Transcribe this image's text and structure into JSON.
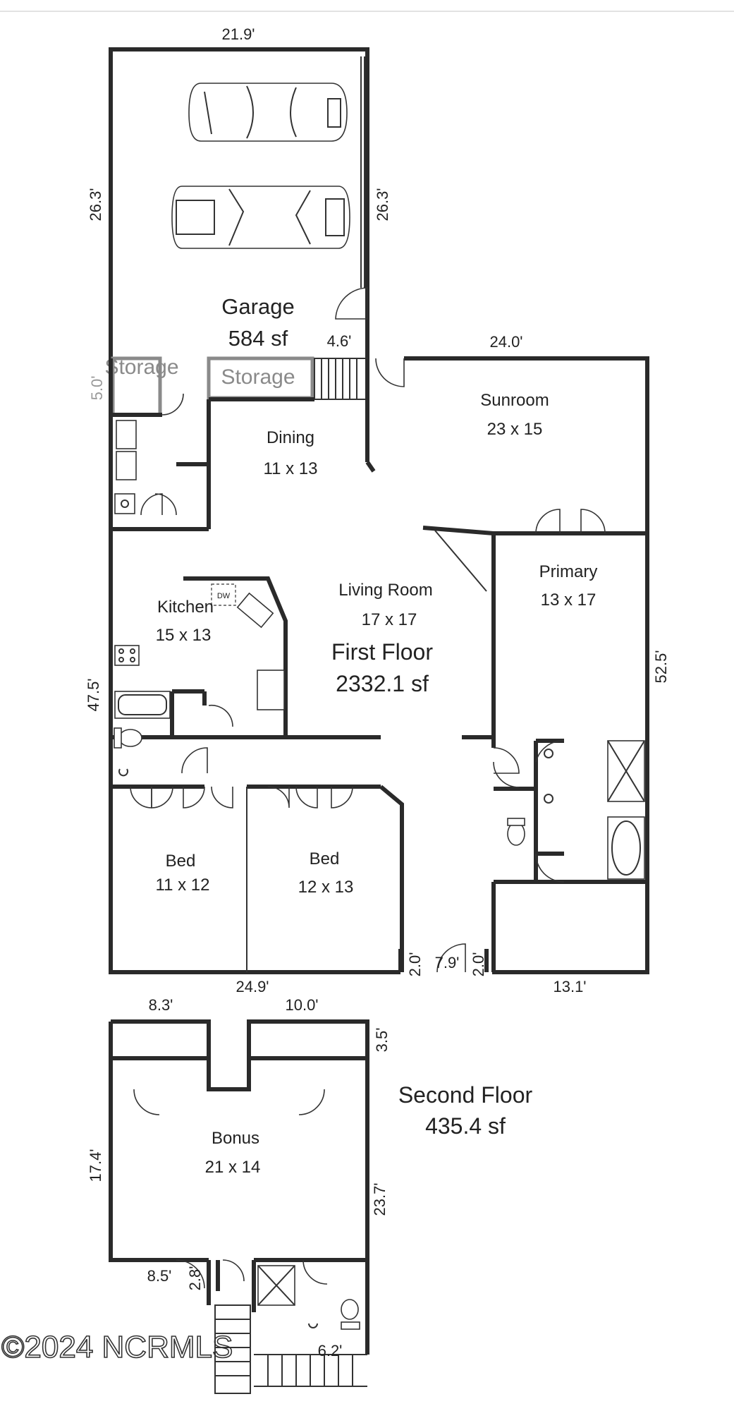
{
  "garage": {
    "name": "Garage",
    "area": "584 sf",
    "width": "21.9'",
    "depth_left": "26.3'",
    "depth_right": "26.3'",
    "stair_width": "4.6'"
  },
  "storage": {
    "left": "Storage",
    "right": "Storage",
    "left_dim": "5.0'"
  },
  "rooms": {
    "sunroom": {
      "name": "Sunroom",
      "dims": "23 x 15"
    },
    "dining": {
      "name": "Dining",
      "dims": "11 x 13"
    },
    "living": {
      "name": "Living Room",
      "dims": "17 x 17"
    },
    "primary": {
      "name": "Primary",
      "dims": "13 x 17"
    },
    "kitchen": {
      "name": "Kitchen",
      "dims": "15 x 13"
    },
    "bed1": {
      "name": "Bed",
      "dims": "11 x 12"
    },
    "bed2": {
      "name": "Bed",
      "dims": "12 x 13"
    },
    "bonus": {
      "name": "Bonus",
      "dims": "21 x 14"
    }
  },
  "first_floor": {
    "name": "First Floor",
    "area": "2332.1 sf"
  },
  "second_floor": {
    "name": "Second Floor",
    "area": "435.4 sf"
  },
  "measurements": {
    "sunroom_width": "24.0'",
    "first_depth": "52.5'",
    "first_left": "47.5'",
    "bottom_left": "24.9'",
    "bottom_mid_a": "2.0'",
    "bottom_mid": "7.9'",
    "bottom_mid_b": "2.0'",
    "bottom_right": "13.1'",
    "second_top_left": "8.3'",
    "second_top_right": "10.0'",
    "second_top_depth": "3.5'",
    "second_left": "17.4'",
    "second_right": "23.7'",
    "second_bottom_left": "8.5'",
    "second_small": "2.8'",
    "second_bottom": "6.2'"
  },
  "fixtures": {
    "dishwasher": "DW"
  },
  "watermark": "©2024 NCRMLS"
}
